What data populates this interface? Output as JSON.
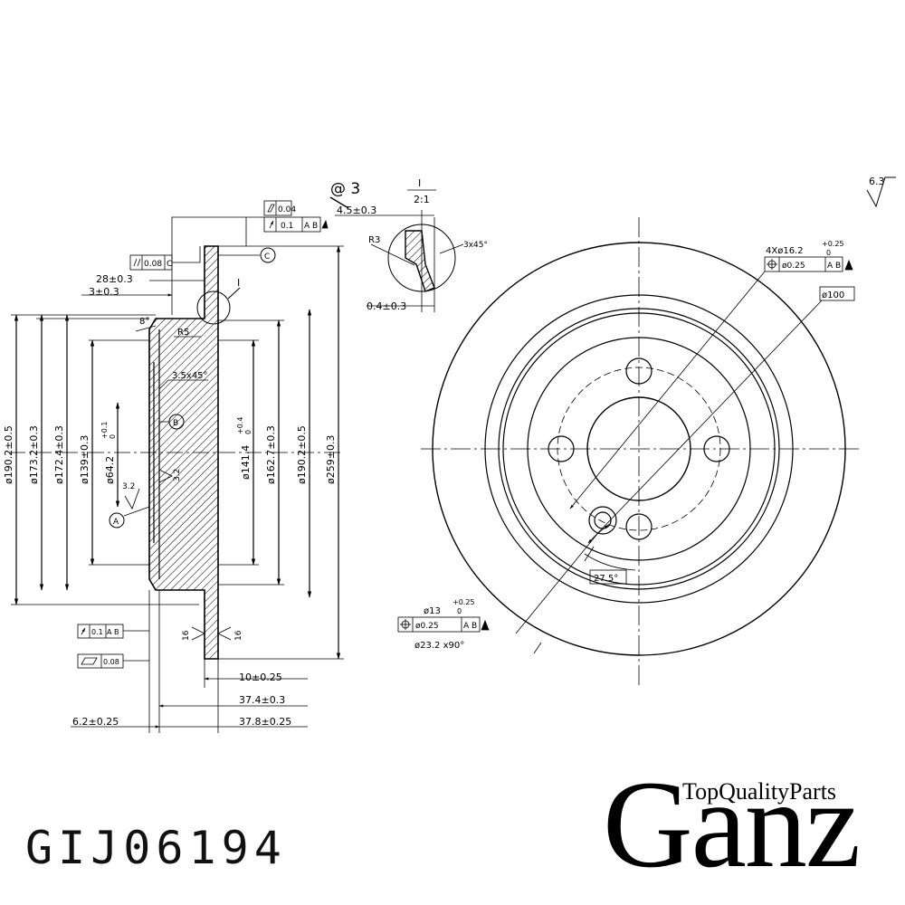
{
  "part_number": "GIJ06194",
  "logo": {
    "brand": "Ganz",
    "tagline": "TopQualityParts"
  },
  "surface_finish": "6.3",
  "detail_view": {
    "label": "@ 3",
    "scale_num": "I",
    "scale_den": "2:1",
    "dims": [
      "4.5±0.3",
      "R3",
      "3x45°",
      "0.4±0.3"
    ]
  },
  "section_vertical_dims": [
    "ø190.2±0.5",
    "ø173.2±0.3",
    "ø172.4±0.3",
    "ø139±0.3",
    "ø64.2",
    "+0.1",
    "0",
    "ø141.4",
    "+0.4",
    "0",
    "ø162.7±0.3",
    "ø190.2±0.5",
    "ø259±0.3"
  ],
  "section_horizontal_dims": [
    "28±0.3",
    "3±0.3",
    "10±0.25",
    "37.4±0.3",
    "6.2±0.25",
    "37.8±0.25"
  ],
  "section_notes": [
    "8°",
    "R5",
    "3.5x45°",
    "3.2",
    "3.2",
    "16",
    "16",
    "I"
  ],
  "datums": [
    "A",
    "B",
    "C"
  ],
  "tolerances": {
    "flatness_top": "0.04",
    "runout_top": "0.1",
    "runout_top_ref": "A B",
    "parallel": "0.08",
    "parallel_ref": "C",
    "runout_bottom": "0.1",
    "runout_bottom_ref": "A B",
    "flatness_bottom": "0.08"
  },
  "front_view": {
    "holes_main": "4Xø16.2",
    "holes_main_tol": "+0.25",
    "holes_main_tol_low": "0",
    "holes_main_pos": "ø0.25",
    "holes_main_pos_ref": "A B",
    "pcd": "ø100",
    "angle": "27.5°",
    "hole_small": "ø13",
    "hole_small_tol": "+0.25",
    "hole_small_tol_low": "0",
    "hole_small_pos": "ø0.25",
    "hole_small_pos_ref": "A B",
    "countersink": "ø23.2 x90°"
  }
}
